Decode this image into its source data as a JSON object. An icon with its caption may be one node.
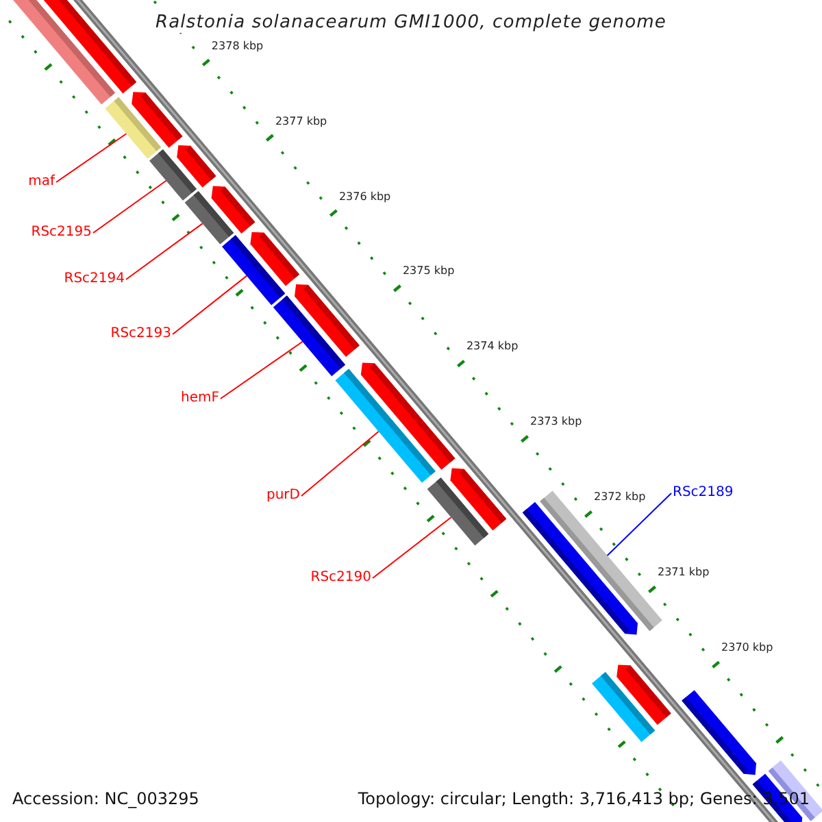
{
  "diagram": {
    "title": "Ralstonia solanacearum GMI1000, complete genome",
    "nodes": [
      {
        "text": [
          "maf"
        ]
      },
      {
        "text": [],
        "shape": "bar"
      },
      {
        "text": [
          "RSc2195"
        ]
      },
      {
        "text": [],
        "shape": "bar"
      },
      {
        "text": [
          "RSc2194"
        ]
      },
      {
        "text": [],
        "shape": "bar"
      },
      {
        "text": [
          "RSc2193"
        ]
      },
      {
        "text": [],
        "shape": "bar"
      },
      {
        "text": [
          "hemF"
        ]
      },
      {
        "text": [],
        "shape": "bar"
      },
      {
        "text": [
          "purD"
        ]
      },
      {
        "text": [],
        "shape": "bar"
      },
      {
        "text": [
          "RSc2190"
        ]
      },
      {
        "text": [],
        "shape": "bar"
      },
      {
        "text": [
          "RSc2189"
        ]
      },
      {
        "text": [],
        "shape": "bar"
      },
      {
        "text": [],
        "shape": "bar"
      },
      {
        "text": [],
        "shape": "bar"
      },
      {
        "text": [],
        "shape": "bar"
      },
      {
        "text": [],
        "shape": "bar"
      },
      {
        "text": [],
        "shape": "bar"
      },
      {
        "text": [],
        "shape": "bar"
      },
      {
        "text": [],
        "shape": "bar"
      },
      {
        "text": [],
        "shape": "bar"
      },
      {
        "text": [],
        "shape": "bar"
      },
      {
        "text": [],
        "shape": "bar"
      },
      {
        "text": [],
        "shape": "bar"
      },
      {
        "text": [],
        "shape": "bar"
      },
      {
        "text": [],
        "shape": "bar"
      },
      {
        "text": [],
        "shape": "bar"
      },
      {
        "text": [],
        "shape": "bar"
      }
    ],
    "edges": [
      {
        "from": 0,
        "to": 1,
        "arrow": "none"
      },
      {
        "from": 2,
        "to": 3,
        "arrow": "none"
      },
      {
        "from": 4,
        "to": 5,
        "arrow": "none"
      },
      {
        "from": 6,
        "to": 7,
        "arrow": "none"
      },
      {
        "from": 8,
        "to": 9,
        "arrow": "none"
      },
      {
        "from": 10,
        "to": 11,
        "arrow": "none"
      },
      {
        "from": 12,
        "to": 13,
        "arrow": "none"
      },
      {
        "from": 14,
        "to": 15,
        "arrow": "none",
        "color": "#0000ff"
      }
    ],
    "labels": [
      "2378 kbp",
      "2377 kbp",
      "2376 kbp",
      "2375 kbp",
      "2374 kbp",
      "2373 kbp",
      "2372 kbp",
      "2371 kbp",
      "2370 kbp",
      "Accession: NC_003295",
      "Topology: circular; Length: 3,716,413 bp; Genes: 3,501"
    ]
  }
}
